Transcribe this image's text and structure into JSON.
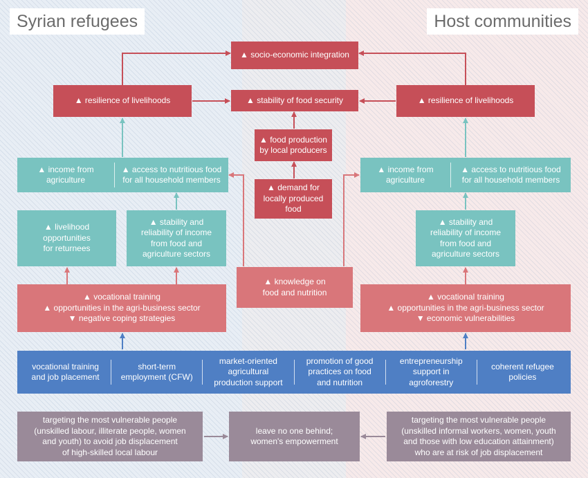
{
  "titles": {
    "left": "Syrian refugees",
    "right": "Host communities"
  },
  "top": {
    "integration": "▲ socio-economic integration",
    "food_security": "▲ stability of food security",
    "food_production": [
      "▲ food production",
      "by local producers"
    ],
    "demand": [
      "▲ demand for",
      "locally produced",
      "food"
    ],
    "knowledge": [
      "▲ knowledge on",
      "food and nutrition"
    ]
  },
  "left": {
    "resilience": "▲ resilience of livelihoods",
    "income": [
      "▲ income from",
      "agriculture"
    ],
    "nutritious": [
      "▲ access to nutritious food",
      "for all household members"
    ],
    "returnees": [
      "▲ livelihood",
      "opportunities",
      "for returnees"
    ],
    "stability": [
      "▲ stability and",
      "reliability of income",
      "from food and",
      "agriculture sectors"
    ],
    "training": [
      "▲ vocational training",
      "▲ opportunities in the agri-business sector",
      "▼ negative coping strategies"
    ]
  },
  "right": {
    "resilience": "▲ resilience of livelihoods",
    "income": [
      "▲ income from",
      "agriculture"
    ],
    "nutritious": [
      "▲ access to nutritious food",
      "for all household members"
    ],
    "stability": [
      "▲ stability and",
      "reliability of income",
      "from food and",
      "agriculture sectors"
    ],
    "training": [
      "▲ vocational training",
      "▲ opportunities in the agri-business sector",
      "▼ economic vulnerabilities"
    ]
  },
  "interventions": [
    [
      "vocational training",
      "and job placement"
    ],
    [
      "short-term",
      "employment (CFW)"
    ],
    [
      "market-oriented",
      "agricultural",
      "production support"
    ],
    [
      "promotion of good",
      "practices on food",
      "and nutrition"
    ],
    [
      "entrepreneurship",
      "support in",
      "agroforestry"
    ],
    [
      "coherent refugee",
      "policies"
    ]
  ],
  "targeting": {
    "left": [
      "targeting the most vulnerable people",
      "(unskilled labour, illiterate people, women",
      "and youth) to avoid job displacement",
      "of high-skilled local labour"
    ],
    "center": [
      "leave no one behind;",
      "women's empowerment"
    ],
    "right": [
      "targeting the most vulnerable people",
      "(unskilled informal workers, women, youth",
      "and those with low education attainment)",
      "who are at risk of job displacement"
    ]
  },
  "colors": {
    "red": "#c64f58",
    "pink": "#d9767a",
    "teal": "#79c3c0",
    "blue": "#4f7fc4",
    "grey": "#9a8a99",
    "left_bg": "#e8eef5",
    "right_bg": "#f7eaea"
  }
}
